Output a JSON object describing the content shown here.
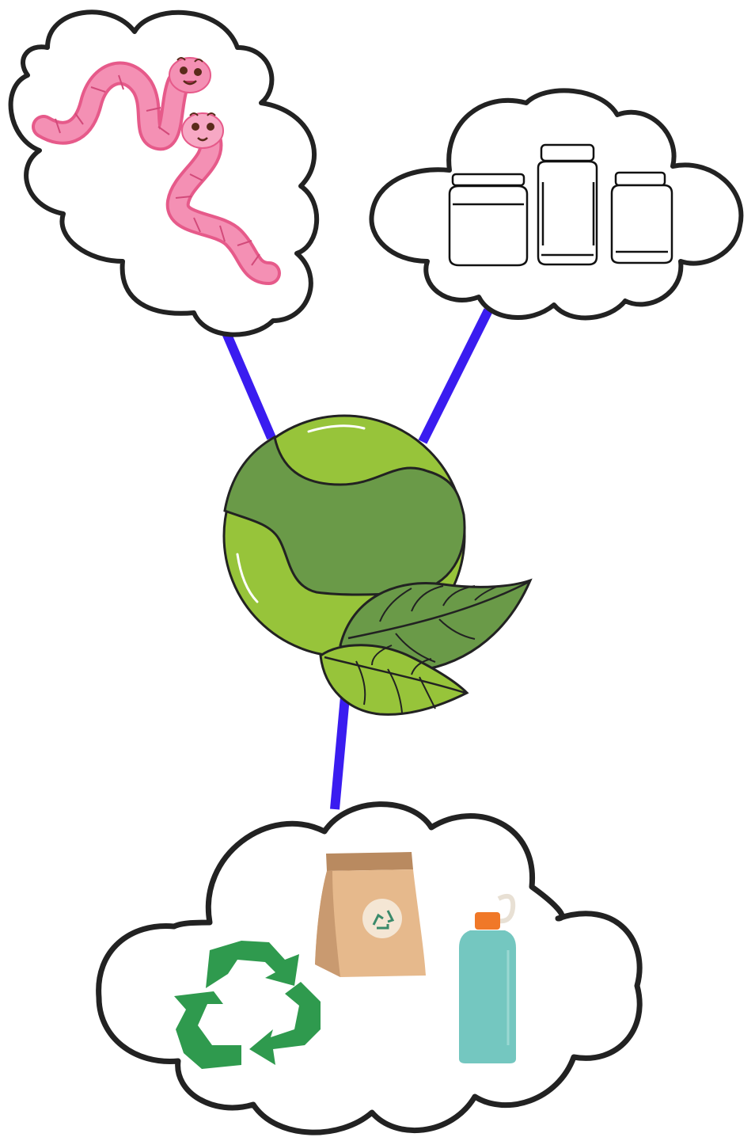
{
  "diagram": {
    "hub": {
      "icon": "earth-with-leaves-icon"
    },
    "connector_color": "#3a1cf0",
    "outline_color": "#222222",
    "nodes": [
      {
        "id": "compost",
        "icons": [
          "worm-icon",
          "worm-icon"
        ]
      },
      {
        "id": "reuse",
        "icons": [
          "jar-icon",
          "jar-icon",
          "jar-icon"
        ]
      },
      {
        "id": "recycle",
        "icons": [
          "recycle-arrows-icon",
          "paper-bag-icon",
          "water-bottle-icon"
        ]
      }
    ],
    "colors": {
      "globe_light": "#97c43a",
      "globe_dark": "#6a9a48",
      "worm": "#f07aa0",
      "recycle_green": "#2f9a4e",
      "paper_bag": "#c99a70",
      "bottle": "#74c7c0",
      "bottle_cap": "#f07828"
    }
  }
}
